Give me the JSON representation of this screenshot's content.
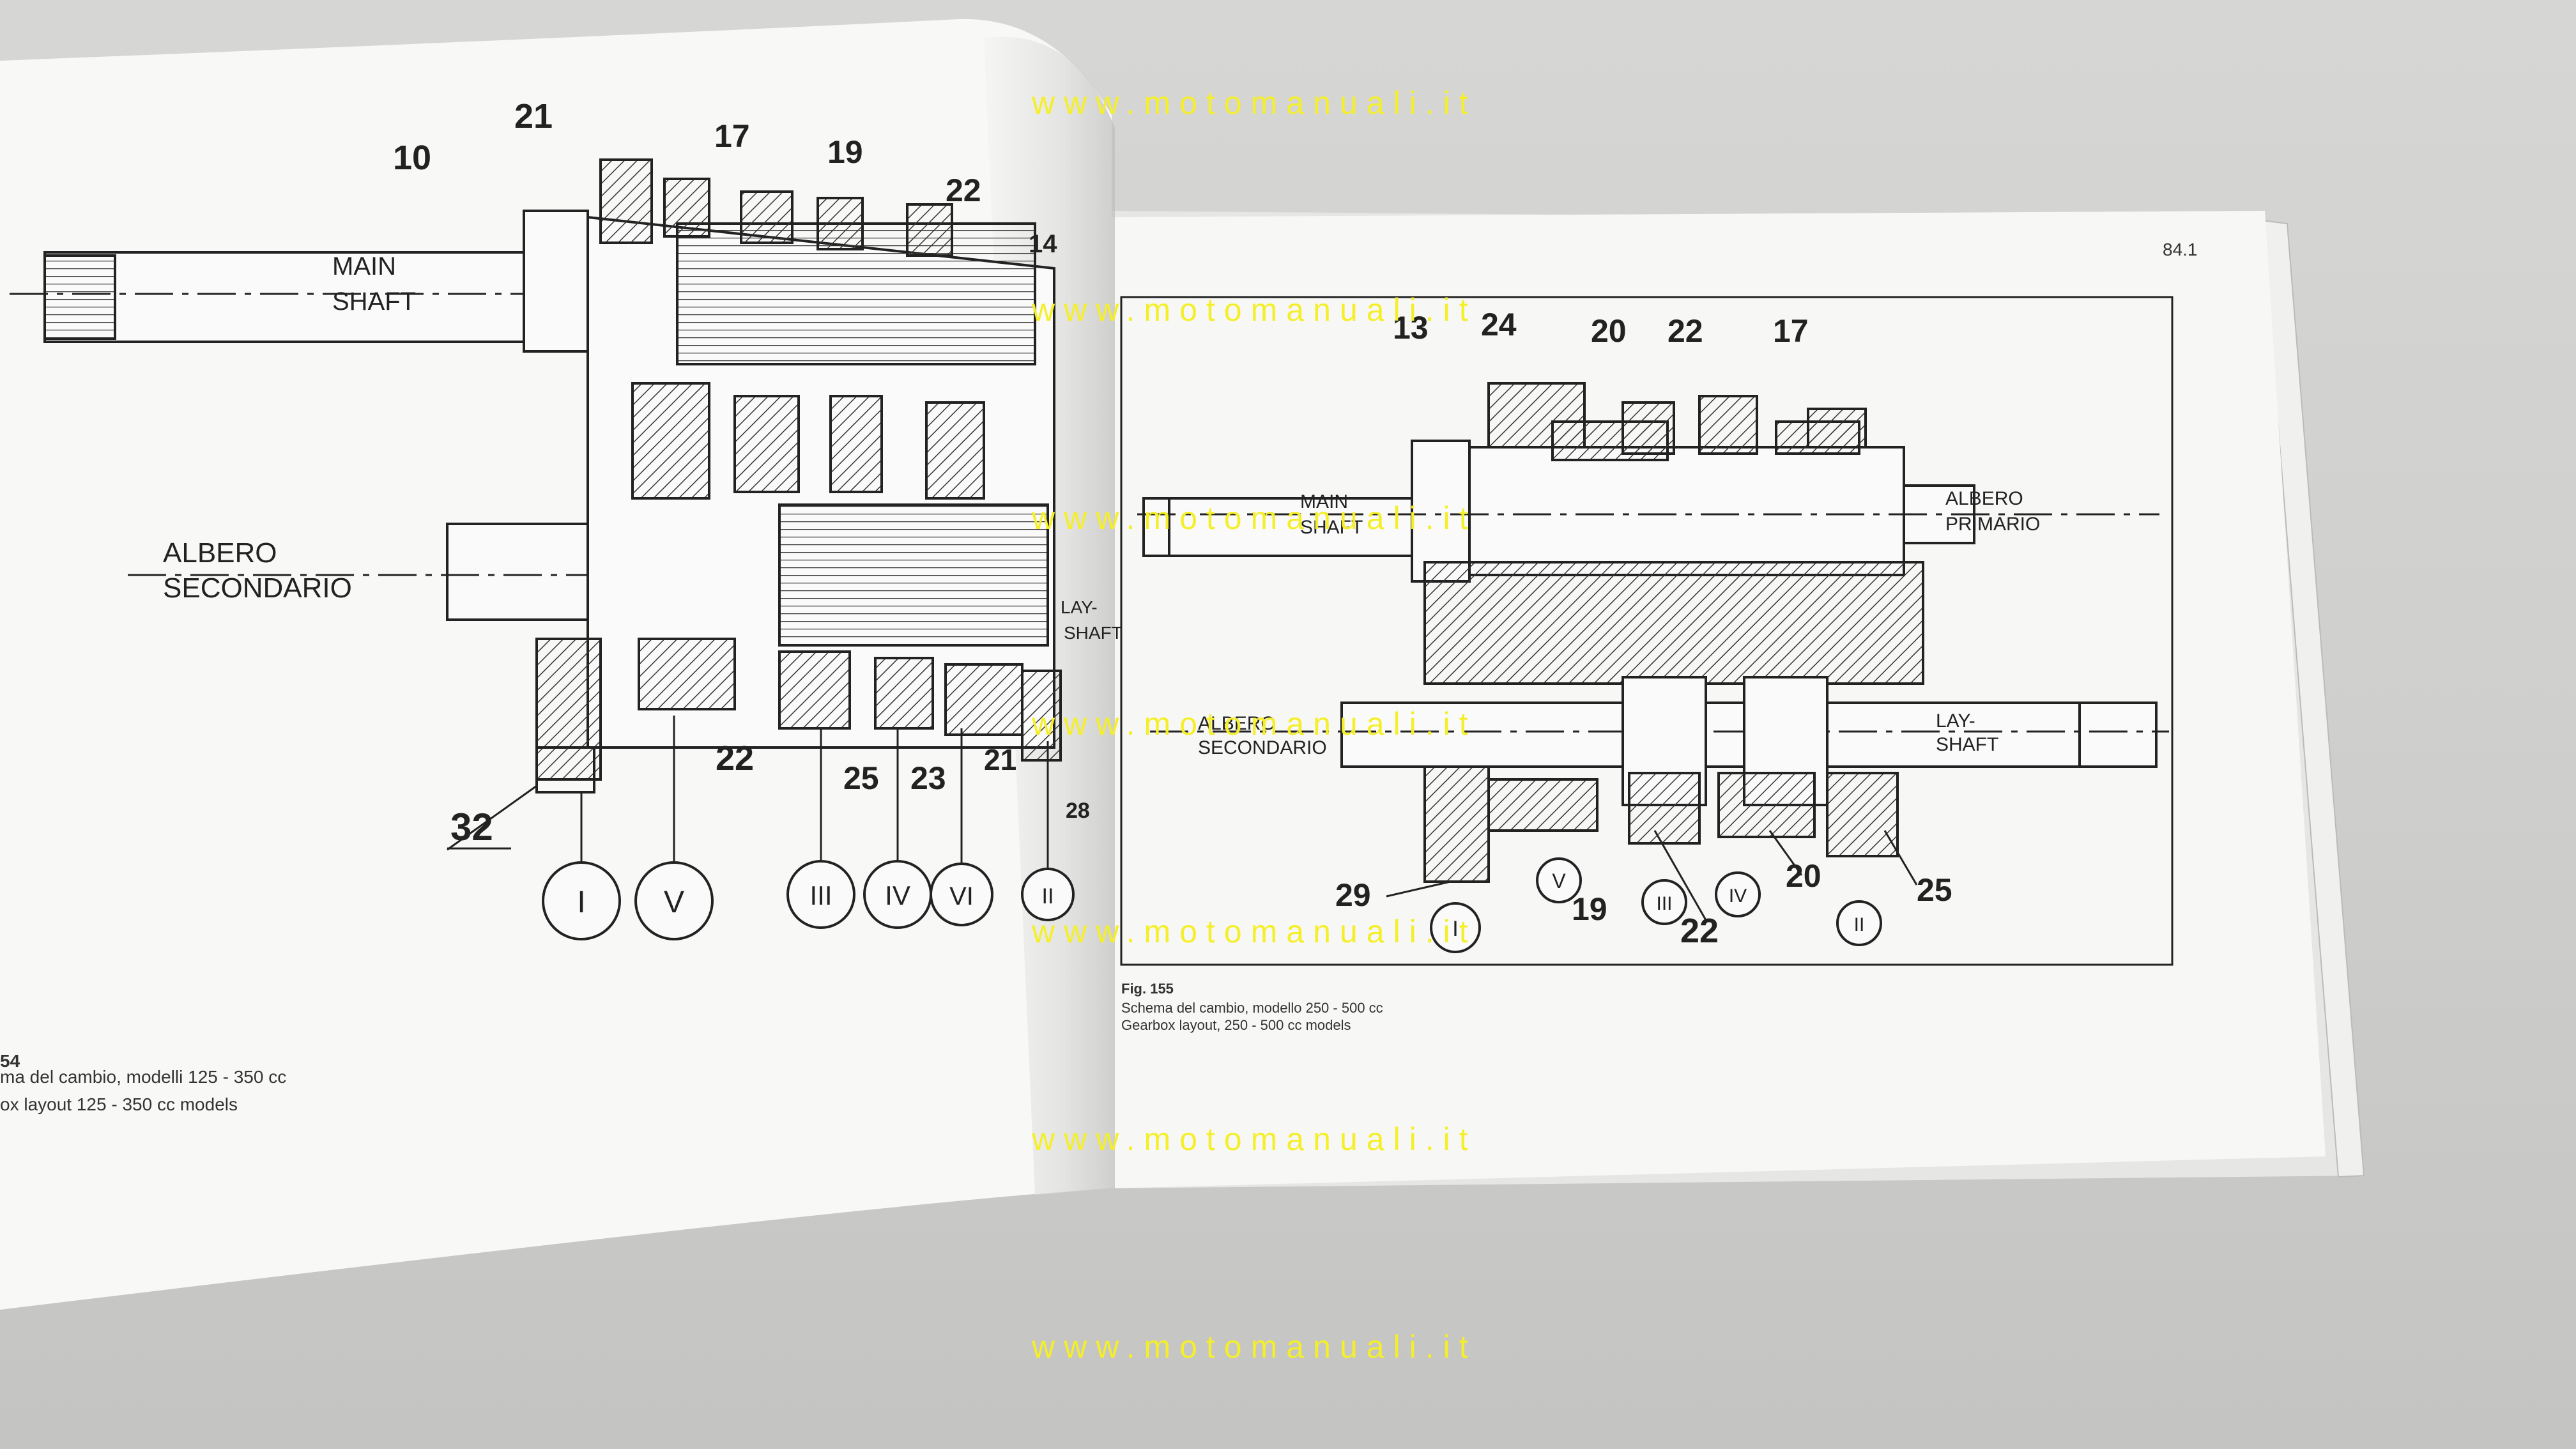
{
  "watermark": "www.motomanuali.it",
  "left_page": {
    "shaft_labels": [
      "MAIN",
      "SHAFT",
      "ALBERO",
      "SECONDARIO",
      "LAY-",
      "SHAFT"
    ],
    "part_numbers": [
      "21",
      "10",
      "17",
      "19",
      "22",
      "14",
      "22",
      "25",
      "23",
      "21",
      "28",
      "32"
    ],
    "gear_labels": [
      "I",
      "V",
      "III",
      "IV",
      "VI",
      "II"
    ],
    "caption": {
      "fig": "54",
      "line_it": "ma del cambio, modelli 125 - 350 cc",
      "line_en": "ox layout 125 - 350 cc models"
    }
  },
  "right_page": {
    "page_number": "84.1",
    "shaft_labels": [
      "MAIN",
      "SHAFT",
      "ALBERO",
      "PRIMARIO",
      "ALBERO",
      "SECONDARIO",
      "LAY-",
      "SHAFT"
    ],
    "part_numbers": [
      "13",
      "24",
      "20",
      "22",
      "17",
      "29",
      "19",
      "22",
      "20",
      "25"
    ],
    "gear_labels": [
      "I",
      "V",
      "III",
      "IV",
      "II"
    ],
    "caption": {
      "fig": "Fig. 155",
      "line_it": "Schema del cambio, modello 250 - 500 cc",
      "line_en": "Gearbox layout, 250 - 500 cc models"
    }
  },
  "colors": {
    "watermark": "#f5ef2a",
    "ink": "#222222",
    "paper": "#f7f7f5",
    "background": "#d0d0ce"
  }
}
